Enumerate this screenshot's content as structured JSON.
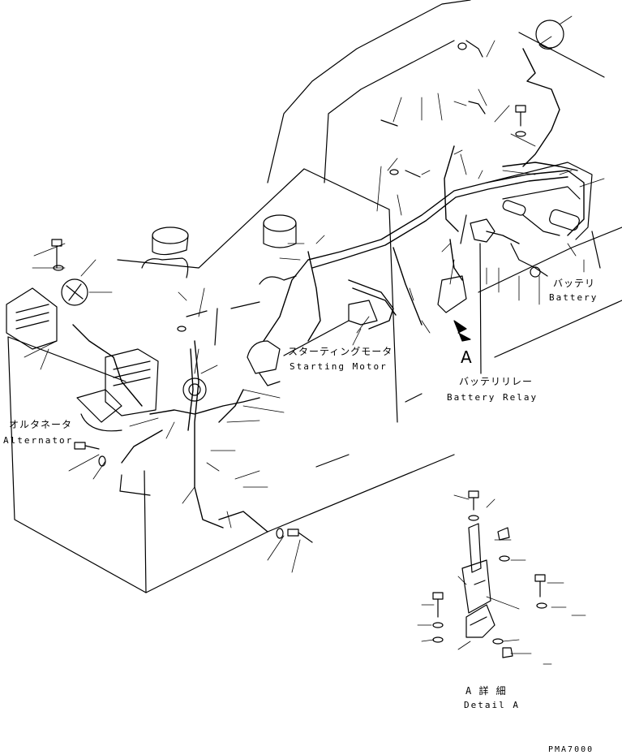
{
  "labels": {
    "battery_jp": "バッテリ",
    "battery_en": "Battery",
    "starting_motor_jp": "スターティングモータ",
    "starting_motor_en": "Starting Motor",
    "detail_letter": "A",
    "battery_relay_jp": "バッテリリレー",
    "battery_relay_en": "Battery Relay",
    "alternator_jp": "オルタネータ",
    "alternator_en": "Alternator",
    "detail_a_jp": "A 詳 細",
    "detail_a_en": "Detail A",
    "drawing_code": "PMA7000"
  },
  "colors": {
    "ink": "#000000",
    "paper": "#ffffff"
  }
}
